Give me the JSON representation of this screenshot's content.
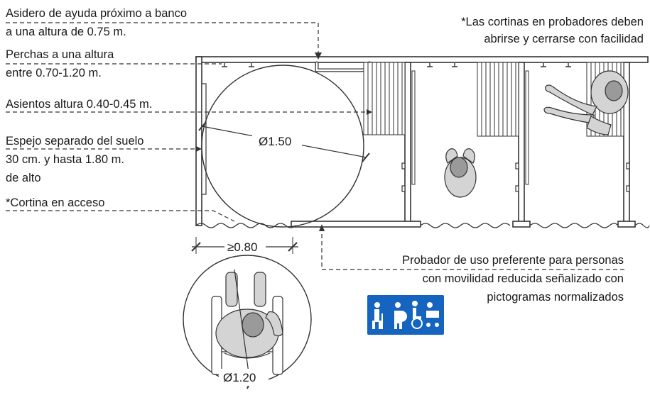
{
  "notes": {
    "handrail_1": "Asidero de ayuda próximo a banco",
    "handrail_2": "a una altura de 0.75 m.",
    "hooks_1": "Perchas a una altura",
    "hooks_2": "entre 0.70-1.20 m.",
    "seats": "Asientos altura 0.40-0.45 m.",
    "mirror_1": "Espejo separado del suelo",
    "mirror_2": "30 cm. y  hasta 1.80 m.",
    "mirror_3": "de alto",
    "curtain_access": "*Cortina en acceso",
    "curtains_note_1": "*Las cortinas en probadores deben",
    "curtains_note_2": "abrirse y cerrarse con facilidad",
    "preferred_1": "Probador de uso preferente  para personas",
    "preferred_2": "con movilidad reducida señalizado con",
    "preferred_3": "pictogramas normalizados"
  },
  "dimensions": {
    "turning_circle": "Ø1.50",
    "door_width": "≥0.80",
    "wheelchair_circle": "Ø1.20"
  },
  "colors": {
    "sign_background": "#1565c0",
    "sign_foreground": "#ffffff",
    "line": "#333333",
    "person_fill": "#d4d4d4",
    "head_fill": "#9a9a9a"
  },
  "icons": {
    "sign": "accessibility-pictograms-icon"
  }
}
